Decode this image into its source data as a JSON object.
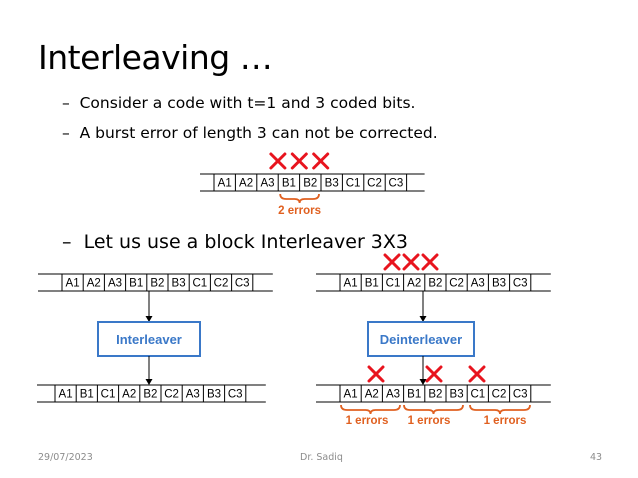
{
  "title": "Interleaving …",
  "bullets": [
    {
      "dash": "–",
      "text": "Consider a code with t=1 and 3 coded bits."
    },
    {
      "dash": "–",
      "text": "A burst error of length 3 can not be corrected."
    },
    {
      "dash": "–",
      "text": "Let us use a block Interleaver 3X3"
    }
  ],
  "top_sequence": [
    "A1",
    "A2",
    "A3",
    "B1",
    "B2",
    "B3",
    "C1",
    "C2",
    "C3"
  ],
  "top_error_label": "2 errors",
  "left_input": [
    "A1",
    "A2",
    "A3",
    "B1",
    "B2",
    "B3",
    "C1",
    "C2",
    "C3"
  ],
  "left_output": [
    "A1",
    "B1",
    "C1",
    "A2",
    "B2",
    "C2",
    "A3",
    "B3",
    "C3"
  ],
  "right_input": [
    "A1",
    "B1",
    "C1",
    "A2",
    "B2",
    "C2",
    "A3",
    "B3",
    "C3"
  ],
  "right_output": [
    "A1",
    "A2",
    "A3",
    "B1",
    "B2",
    "B3",
    "C1",
    "C2",
    "C3"
  ],
  "interleaver_label": "Interleaver",
  "deinterleaver_label": "Deinterleaver",
  "bottom_error_labels": [
    "1 errors",
    "1 errors",
    "1 errors"
  ],
  "colors": {
    "cross": "#e8141e",
    "brace": "#e06020",
    "box": "#3a78c8"
  },
  "footer": {
    "date": "29/07/2023",
    "author": "Dr. Sadiq",
    "page": "43"
  }
}
